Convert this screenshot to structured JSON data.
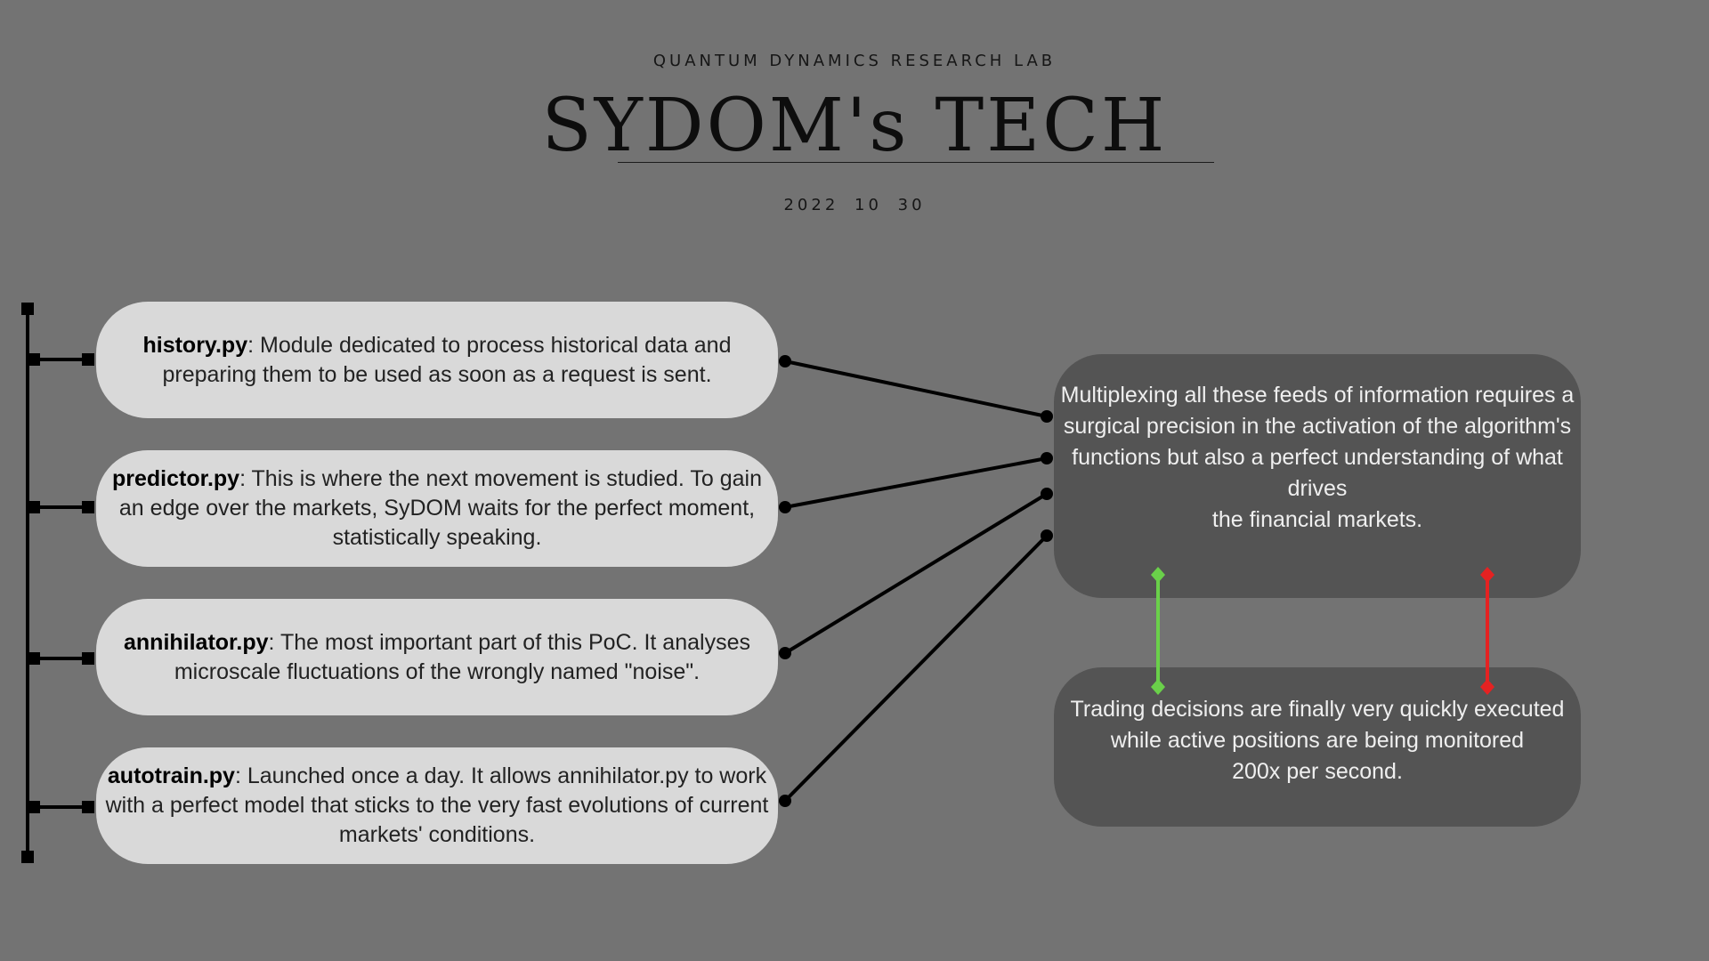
{
  "header": {
    "lab": "QUANTUM DYNAMICS RESEARCH LAB",
    "title": "SYDOM's TECH",
    "date": "2022  10  30"
  },
  "modules": [
    {
      "name": "history.py",
      "description": ": Module dedicated to process historical data and preparing them to be used as soon as a request is sent."
    },
    {
      "name": "predictor.py",
      "description": ": This is where the next movement is studied. To gain an edge over the markets, SyDOM waits for the perfect moment, statistically speaking."
    },
    {
      "name": "annihilator.py",
      "description": ": The most important part of this PoC. It analyses microscale fluctuations of the wrongly named \"noise\"."
    },
    {
      "name": "autotrain.py",
      "description": ": Launched once a day. It allows annihilator.py to work with a perfect model that sticks to the very fast evolutions of current markets' conditions."
    }
  ],
  "multiplex": {
    "text": "Multiplexing all these feeds of information requires a surgical precision in the activation of the algorithm's functions but also a perfect understanding of what drives\nthe financial markets."
  },
  "execution": {
    "text": "Trading decisions are finally very quickly executed while active positions are being monitored\n200x per second."
  },
  "colors": {
    "background": "#737373",
    "module_box": "#d9d9d9",
    "dark_box": "#545454",
    "connector_green": "#6ad04a",
    "connector_red": "#e52222"
  }
}
